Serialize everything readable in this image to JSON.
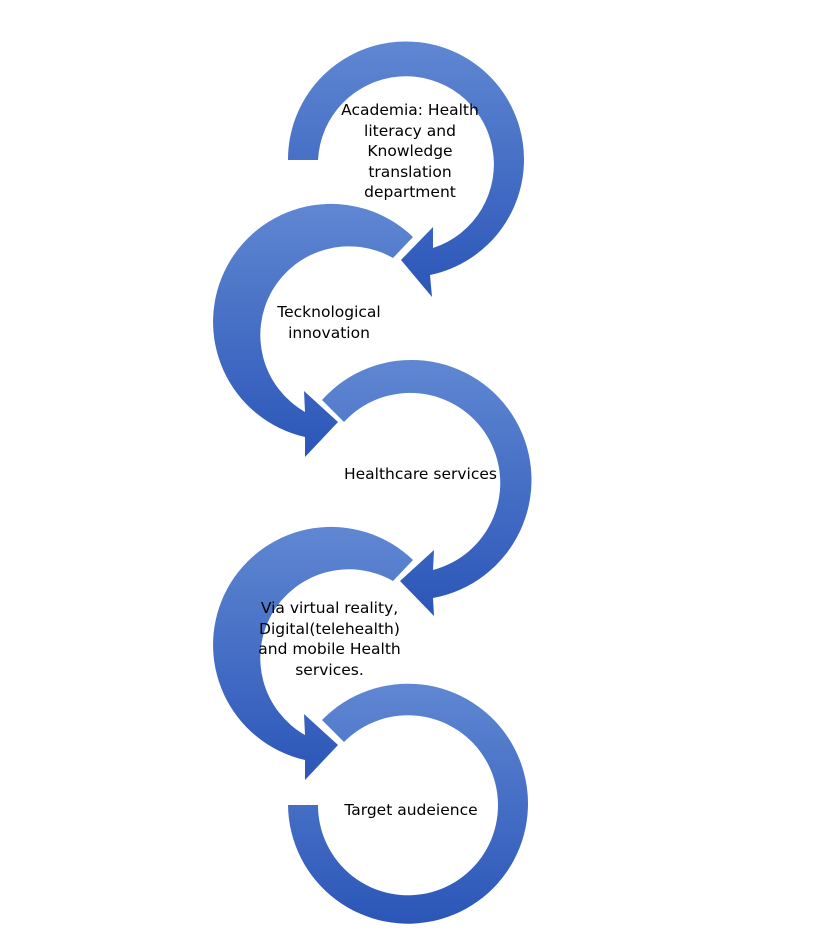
{
  "colors": {
    "arrow_light": "#5f87d2",
    "arrow_dark": "#2b56b8",
    "text": "#000000",
    "background": "#ffffff"
  },
  "steps": [
    {
      "label": "Academia: Health\nliteracy and\nKnowledge\ntranslation\ndepartment"
    },
    {
      "label": "Tecknological\ninnovation"
    },
    {
      "label": "Healthcare services"
    },
    {
      "label": "Via virtual reality,\nDigital(telehealth)\nand mobile Health\nservices."
    },
    {
      "label": "Target audeience"
    }
  ]
}
